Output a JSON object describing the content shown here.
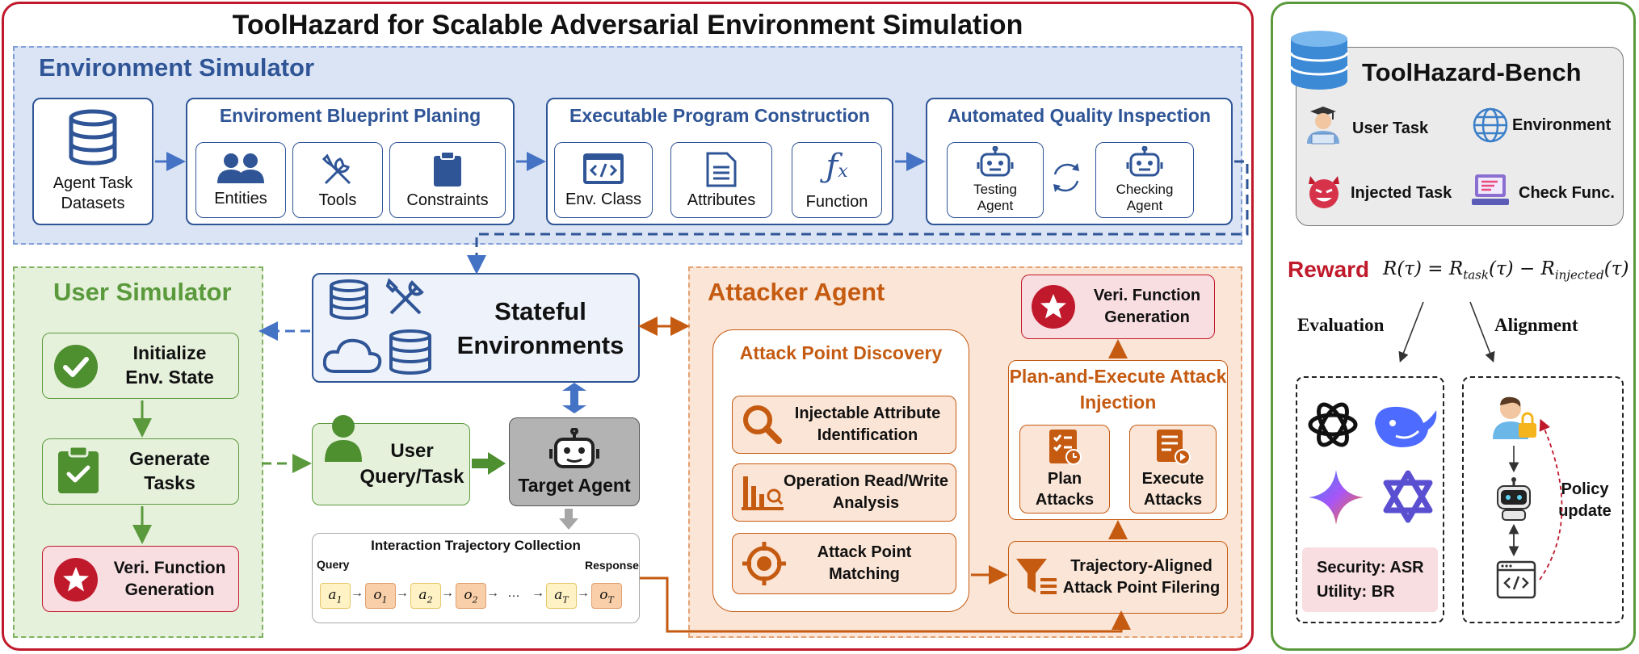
{
  "main_title": "ToolHazard for Scalable Adversarial Environment Simulation",
  "env_sim": {
    "title": "Environment Simulator",
    "datasets_label": "Agent Task Datasets",
    "blueprint": {
      "title": "Enviroment Blueprint Planing",
      "items": [
        "Entities",
        "Tools",
        "Constraints"
      ]
    },
    "program": {
      "title": "Executable Program Construction",
      "items": [
        "Env. Class",
        "Attributes",
        "Function"
      ]
    },
    "quality": {
      "title": "Automated Quality Inspection",
      "items": [
        "Testing Agent",
        "Checking Agent"
      ]
    }
  },
  "stateful": {
    "title": "Stateful Environments"
  },
  "user_sim": {
    "title": "User Simulator",
    "steps": [
      "Initialize Env. State",
      "Generate Tasks",
      "Veri. Function Generation"
    ]
  },
  "user_query": "User Query/Task",
  "target_agent": "Target Agent",
  "trajectory": {
    "title": "Interaction Trajectory Collection",
    "query_label": "Query",
    "response_label": "Response",
    "tokens": [
      "a",
      "o",
      "a",
      "o",
      "…",
      "a",
      "o"
    ],
    "subscripts": [
      "1",
      "1",
      "2",
      "2",
      "",
      "T",
      "T"
    ]
  },
  "attacker": {
    "title": "Attacker Agent",
    "discovery": {
      "title": "Attack Point Discovery",
      "items": [
        "Injectable Attribute Identification",
        "Operation Read/Write Analysis",
        "Attack Point Matching"
      ]
    },
    "veri": "Veri. Function Generation",
    "plan_exec": {
      "title": "Plan-and-Execute Attack Injection",
      "items": [
        "Plan Attacks",
        "Execute Attacks"
      ]
    },
    "filtering": "Trajectory-Aligned Attack Point Filering"
  },
  "bench": {
    "title": "ToolHazard-Bench",
    "items": [
      "User Task",
      "Environment",
      "Injected Task",
      "Check Func."
    ]
  },
  "reward": {
    "label": "Reward",
    "formula_lhs": "R(τ) = R",
    "sub_task": "task",
    "formula_mid": "(τ) − R",
    "sub_injected": "injected",
    "formula_end": "(τ)"
  },
  "evaluation": {
    "label": "Evaluation",
    "metrics": [
      "Security: ASR",
      "Utility: BR"
    ]
  },
  "alignment": {
    "label": "Alignment",
    "policy": "Policy update"
  },
  "colors": {
    "red_frame": "#c0192b",
    "green_frame": "#5a9a3c",
    "env_fill": "#dbe4f5",
    "env_title": "#2f5597",
    "user_fill": "#e6f1dc",
    "user_title": "#5a9a3c",
    "attacker_fill": "#fbe5d6",
    "attacker_title": "#c55a11",
    "blue_arrow": "#4472c4",
    "orange_arrow": "#c55a11",
    "green_arrow": "#5a9a3c"
  }
}
